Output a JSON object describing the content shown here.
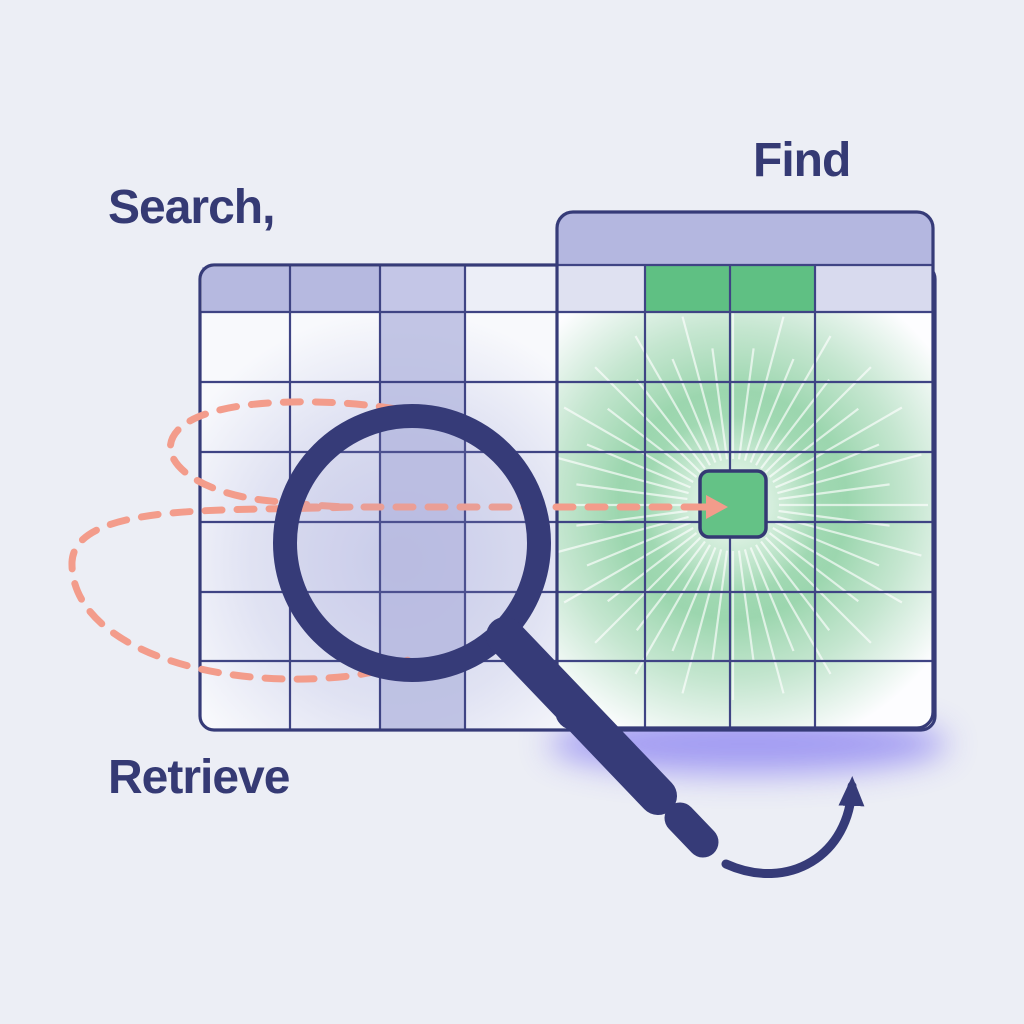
{
  "page": {
    "title": "Search, Find, Retrieve — spreadsheet lookup illustration"
  },
  "labels": {
    "search": "Search,",
    "find": "Find",
    "retrieve": "Retrieve"
  },
  "colors": {
    "background": "#eceef5",
    "ink_indigo": "#363b78",
    "grid_line": "#3f4484",
    "header_lavender": "#b6b9e0",
    "column_lavender": "#b9bce1",
    "header_light_lavender": "#d8daee",
    "cell_green": "#5fc083",
    "glow_green": "#7fcb97",
    "path_coral": "#f39c8b",
    "glow_purple": "#5a4bf0"
  },
  "icons": {
    "magnifier": "magnifying-glass-icon",
    "search_path": "dashed-path-icon",
    "target_arrow": "arrow-right-icon",
    "found_cell": "highlighted-cell-icon",
    "retrieve_arrow": "curved-arrow-icon"
  }
}
